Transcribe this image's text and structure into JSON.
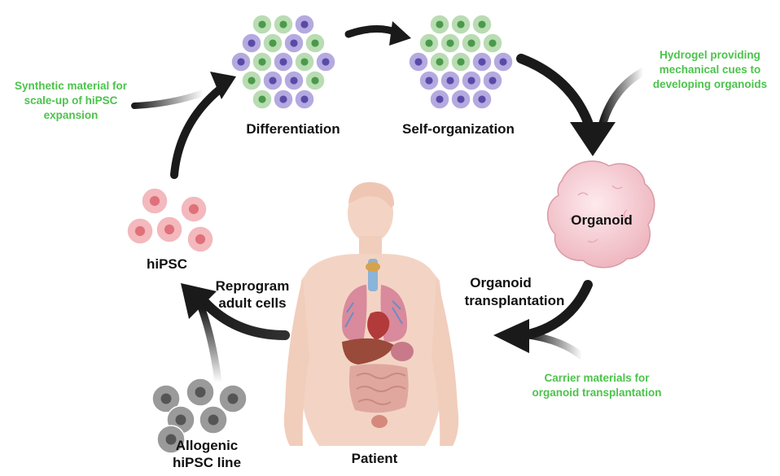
{
  "stages": {
    "differentiation": "Differentiation",
    "self_organization": "Self-organization",
    "organoid": "Organoid",
    "hipsc": "hiPSC",
    "patient": "Patient",
    "allogenic_line_1": "Allogenic",
    "allogenic_line_2": "hiPSC line"
  },
  "steps": {
    "reprogram_line_1": "Reprogram",
    "reprogram_line_2": "adult cells",
    "transplant_line_1": "Organoid",
    "transplant_line_2": "transplantation"
  },
  "materials": {
    "synthetic_1": "Synthetic material for",
    "synthetic_2": "scale-up of hiPSC",
    "synthetic_3": "expansion",
    "hydrogel_1": "Hydrogel providing",
    "hydrogel_2": "mechanical cues to",
    "hydrogel_3": "developing organoids",
    "carrier_1": "Carrier materials for",
    "carrier_2": "organoid transplantation"
  },
  "colors": {
    "green_text": "#4cc34c",
    "arrow": "#1a1a1a",
    "green_cell": "#b9dcb3",
    "purple_cell": "#b4aae0",
    "pink_cell": "#f3b9bd",
    "gray_cell": "#9a9a9a",
    "skin": "#f3d4c4"
  }
}
